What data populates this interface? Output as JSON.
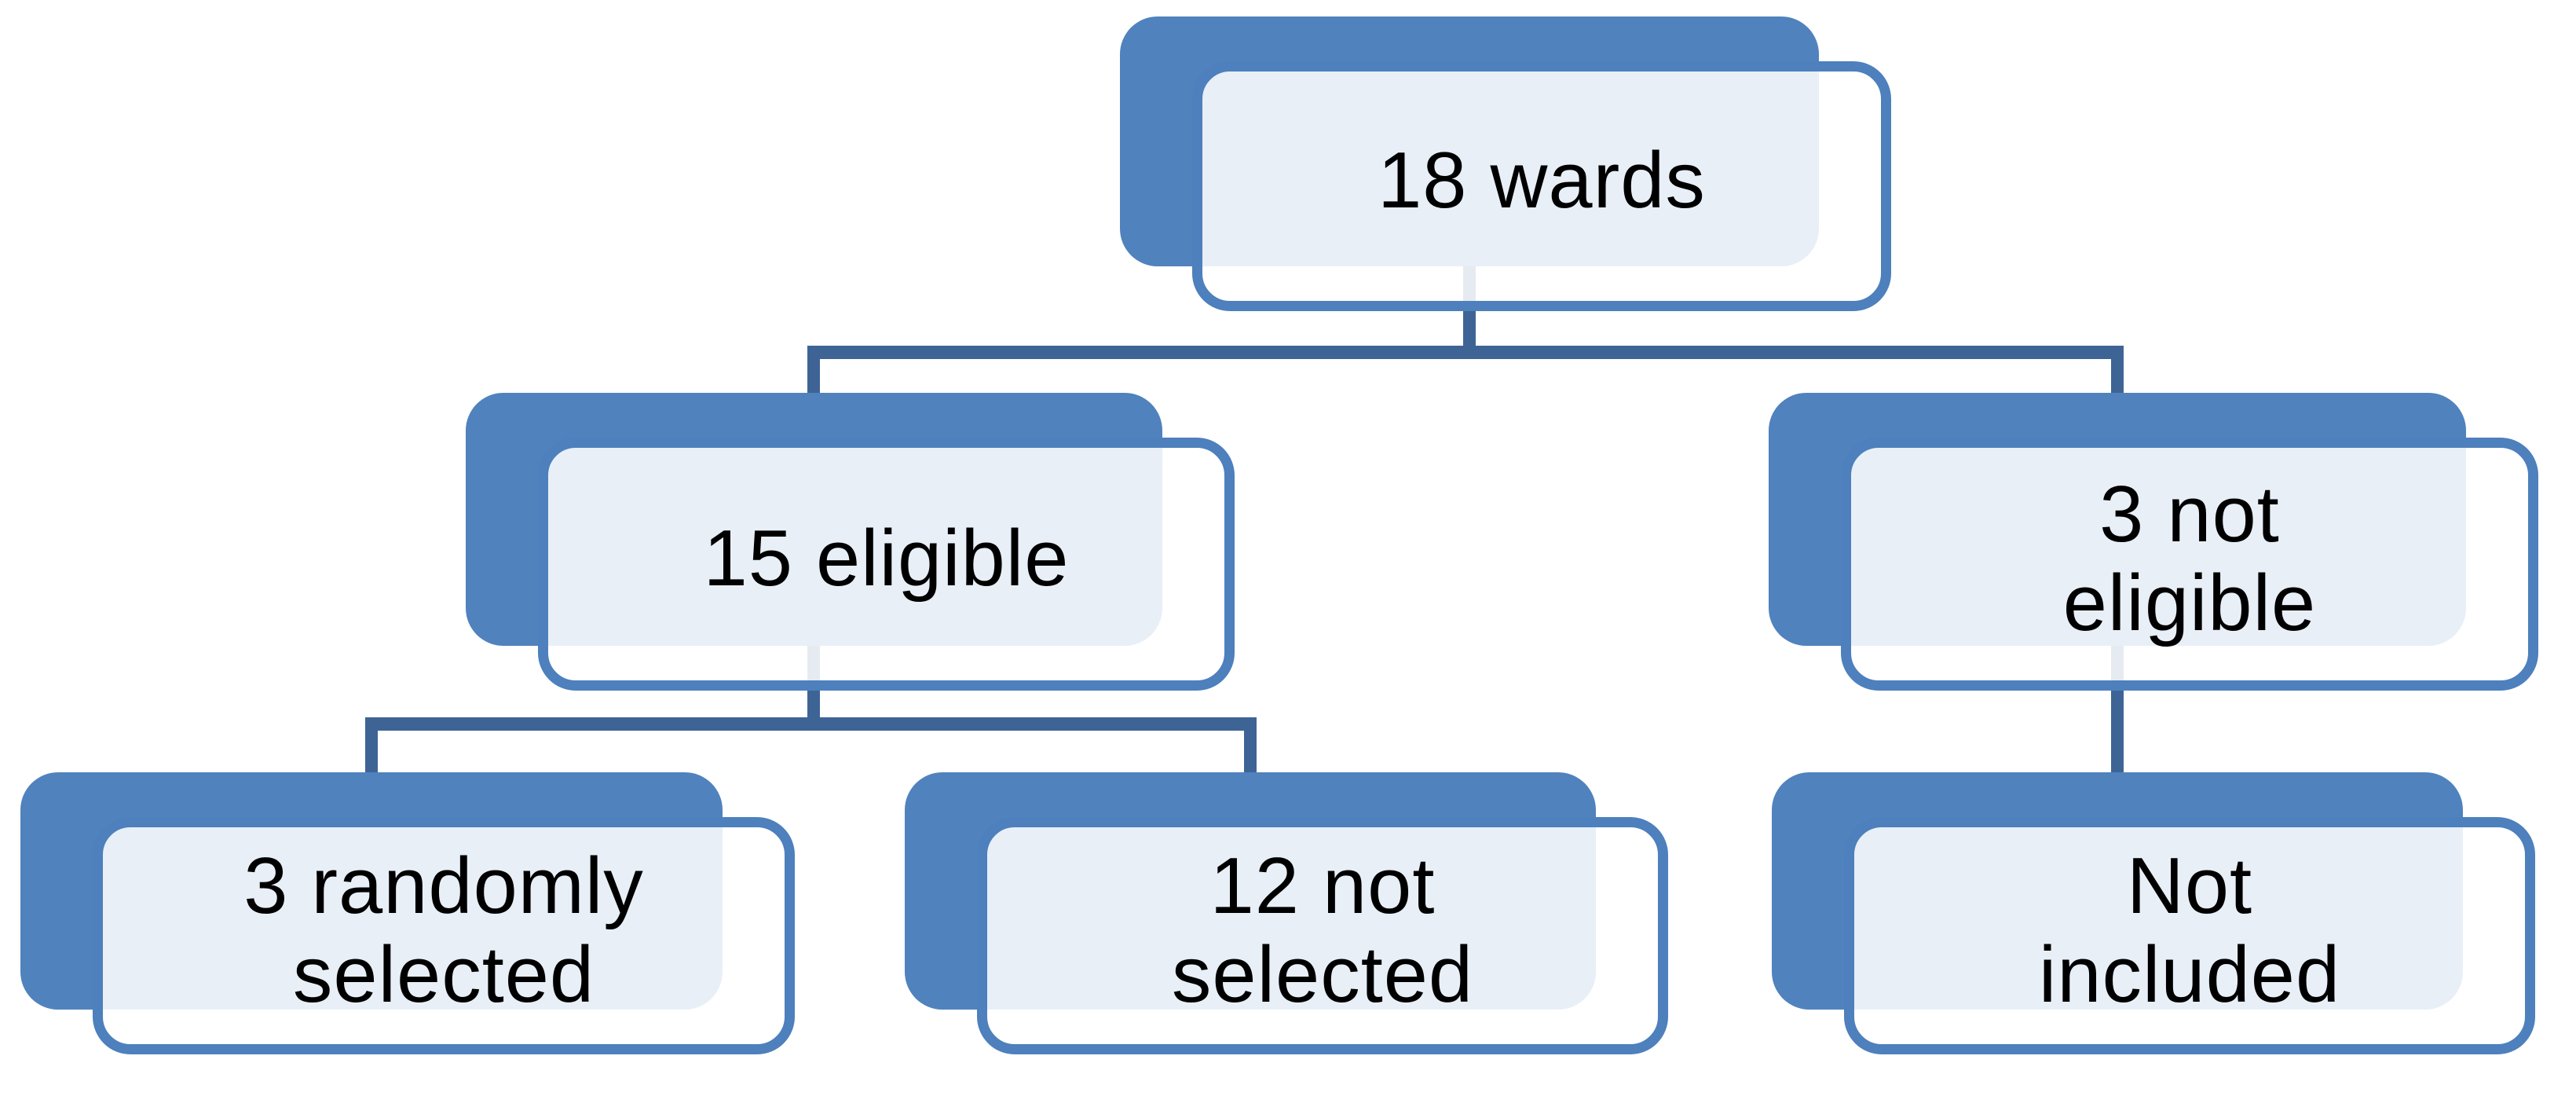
{
  "diagram": {
    "type": "hierarchy-flowchart",
    "background": "#FFFFFF",
    "colors": {
      "node_back_fill": "#5082BD",
      "node_front_border": "#4D80BC",
      "node_front_fill": "rgba(255,255,255,0.87)",
      "connector": "#3E6496",
      "text": "#000000"
    },
    "nodes": [
      {
        "id": "wards",
        "label": "18 wards",
        "level": 0,
        "parent": null
      },
      {
        "id": "eligible",
        "label": "15 eligible",
        "level": 1,
        "parent": "wards"
      },
      {
        "id": "not-eligible",
        "label": "3 not\neligible",
        "level": 1,
        "parent": "wards"
      },
      {
        "id": "randomly-selected",
        "label": "3 randomly\nselected",
        "level": 2,
        "parent": "eligible"
      },
      {
        "id": "not-selected",
        "label": "12 not\nselected",
        "level": 2,
        "parent": "eligible"
      },
      {
        "id": "not-included",
        "label": "Not\nincluded",
        "level": 2,
        "parent": "not-eligible"
      }
    ],
    "edges": [
      {
        "from": "wards",
        "to": "eligible"
      },
      {
        "from": "wards",
        "to": "not-eligible"
      },
      {
        "from": "eligible",
        "to": "randomly-selected"
      },
      {
        "from": "eligible",
        "to": "not-selected"
      },
      {
        "from": "not-eligible",
        "to": "not-included"
      }
    ]
  }
}
